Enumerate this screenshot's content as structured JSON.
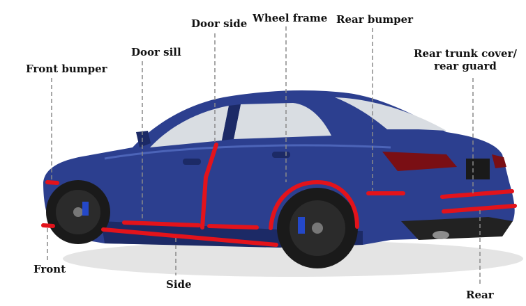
{
  "colors": {
    "background": "#ffffff",
    "car_body": "#2c3f8f",
    "car_body_dark": "#1c2a66",
    "car_highlight": "#4c64b8",
    "glass": "#d9dde2",
    "tire": "#1a1a1a",
    "rim": "#2b2b2b",
    "caliper": "#2448c8",
    "seal_strip": "#e3131b",
    "leader_line": "#8a8a8a",
    "label_text": "#111111",
    "taillight": "#7a0f14"
  },
  "labels": {
    "front_bumper": "Front bumper",
    "door_sill": "Door sill",
    "door_side": "Door side",
    "wheel_frame": "Wheel frame",
    "rear_bumper": "Rear bumper",
    "rear_trunk_cover_line1": "Rear trunk cover/",
    "rear_trunk_cover_line2": "rear guard",
    "front": "Front",
    "side": "Side",
    "rear": "Rear"
  }
}
